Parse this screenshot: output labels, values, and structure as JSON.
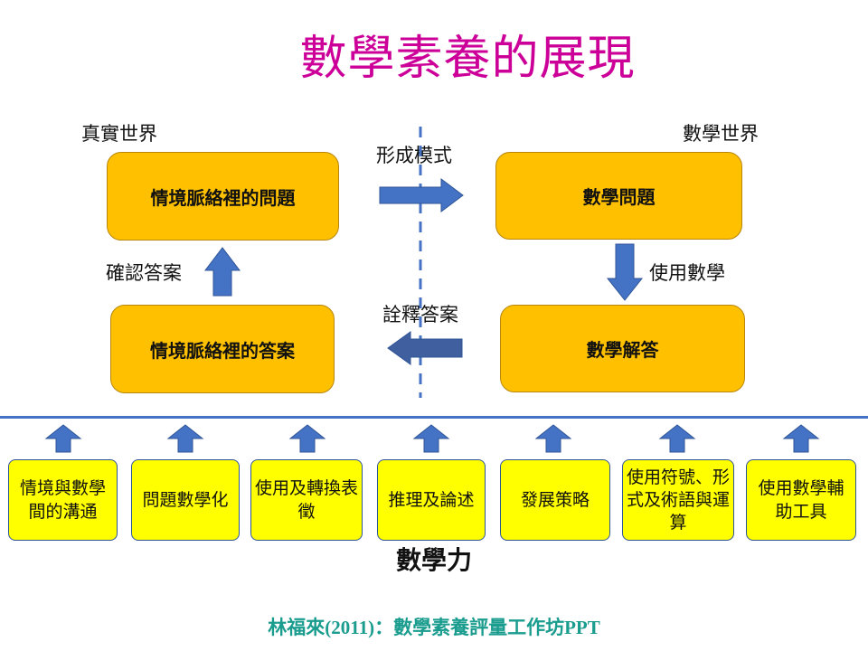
{
  "title": "數學素養的展現",
  "labels": {
    "real_world": "真實世界",
    "math_world": "數學世界",
    "form_model": "形成模式",
    "use_math": "使用數學",
    "confirm_answer": "確認答案",
    "interpret_answer": "詮釋答案"
  },
  "boxes": {
    "context_problem": "情境脈絡裡的問題",
    "math_problem": "數學問題",
    "context_answer": "情境脈絡裡的答案",
    "math_solution": "數學解答"
  },
  "abilities": [
    "情境與數學間的溝通",
    "問題數學化",
    "使用及轉換表徵",
    "推理及論述",
    "發展策略",
    "使用符號、形式及術語與運算",
    "使用數學輔助工具"
  ],
  "math_power": "數學力",
  "footer": "林福來(2011)：數學素養評量工作坊PPT",
  "colors": {
    "title": "#cc0099",
    "orange_box": "#ffc000",
    "yellow_box": "#ffff00",
    "arrow_blue": "#4472c4",
    "footer": "#1a9c8e"
  }
}
